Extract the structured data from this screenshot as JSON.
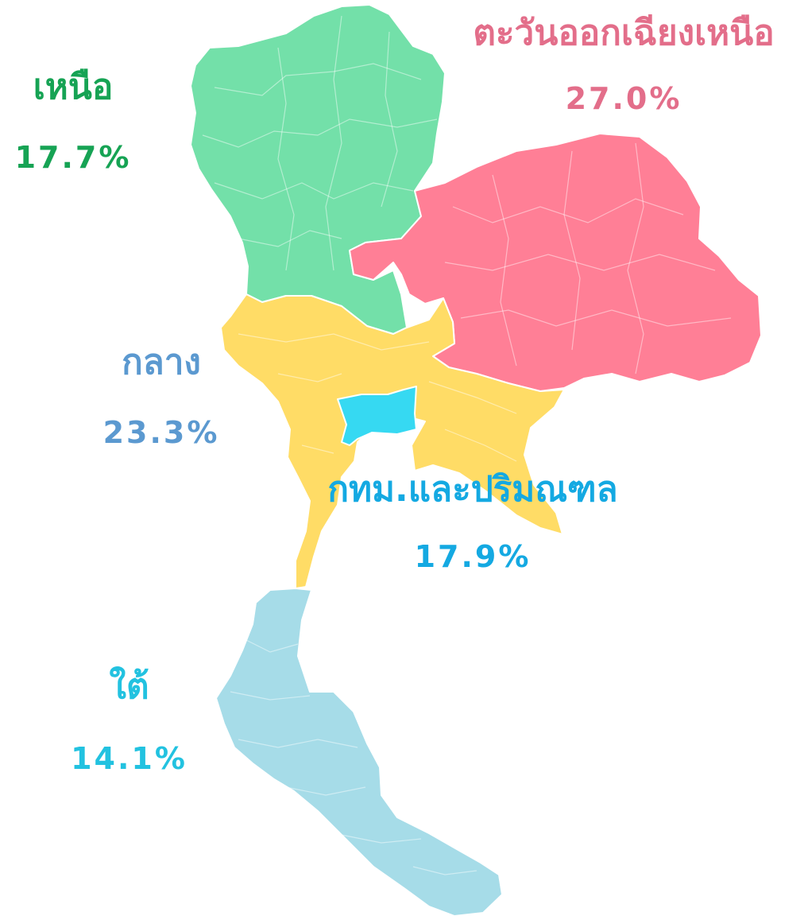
{
  "colors": {
    "north_fill": "#73E0A9",
    "northeast_fill": "#FF7F96",
    "central_fill": "#FFDC66",
    "bangkok_fill": "#36D9F2",
    "south_fill": "#A6DCE8",
    "north_text": "#16A354",
    "northeast_text": "#E36E8A",
    "central_text": "#5B99D0",
    "bangkok_text": "#14A9E2",
    "south_text": "#22C2E0"
  },
  "regions": {
    "north": {
      "name": "เหนือ",
      "percent": "17.7%"
    },
    "northeast": {
      "name": "ตะวันออกเฉียงเหนือ",
      "percent": "27.0%"
    },
    "central": {
      "name": "กลาง",
      "percent": "23.3%"
    },
    "bangkok": {
      "name": "กทม.และปริมณฑล",
      "percent": "17.9%"
    },
    "south": {
      "name": "ใต้",
      "percent": "14.1%"
    }
  }
}
